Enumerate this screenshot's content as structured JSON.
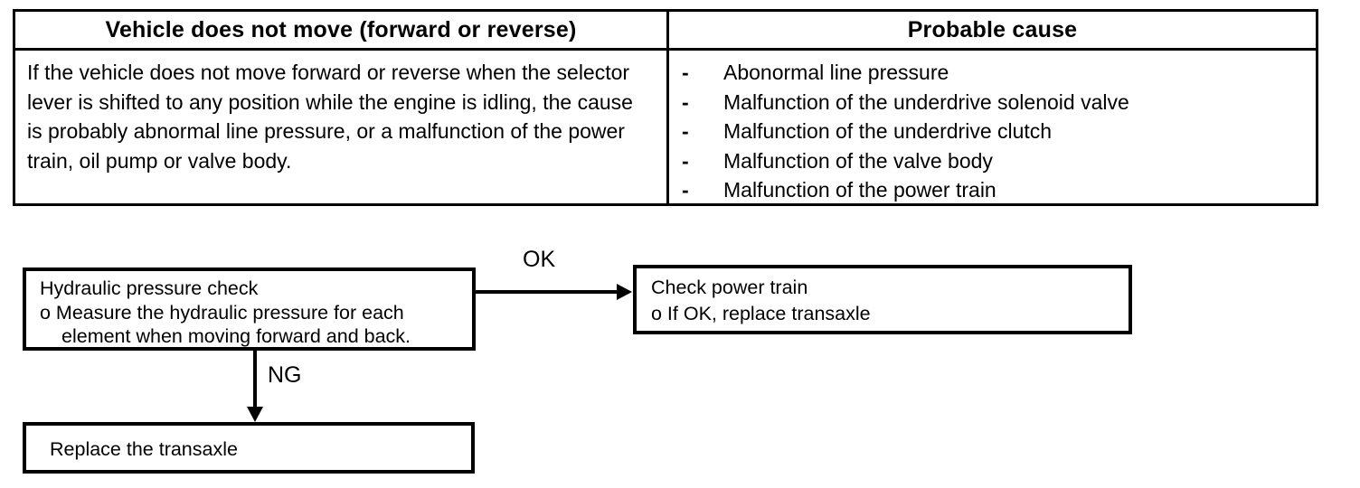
{
  "page": {
    "background_color": "#ffffff",
    "ink_color": "#000000"
  },
  "diagnosis_table": {
    "symptom_header": "Vehicle does not move (forward or reverse)",
    "cause_header": "Probable cause",
    "symptom_description": "If the vehicle does not move forward or reverse when the selector lever is shifted to any position while the engine is idling, the cause is probably abnormal line pressure, or a malfunction of the power train, oil pump or valve body.",
    "bullet_glyph": "-",
    "probable_causes": [
      "Abonormal line pressure",
      "Malfunction of the underdrive solenoid valve",
      "Malfunction of the underdrive clutch",
      "Malfunction of the valve body",
      "Malfunction of the power train"
    ]
  },
  "flowchart": {
    "hydraulic_check_box": {
      "title": "Hydraulic pressure check",
      "detail_line1": "o Measure the hydraulic pressure for each",
      "detail_line2": "element when moving forward and back."
    },
    "ok_label": "OK",
    "ng_label": "NG",
    "check_power_train_box": {
      "title": "Check power train",
      "detail": "o If OK, replace transaxle"
    },
    "replace_transaxle_box": {
      "label": "Replace the transaxle"
    }
  }
}
